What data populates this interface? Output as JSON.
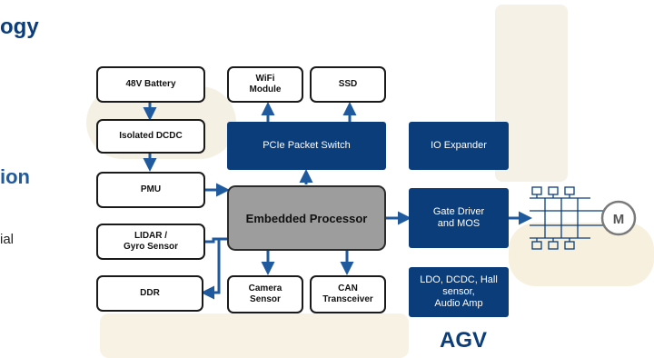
{
  "slide": {
    "left_fragments": [
      "ogy",
      "ion",
      "ial"
    ]
  },
  "blocks": {
    "battery": "48V Battery",
    "isolated_dcdc": "Isolated DCDC",
    "pmu": "PMU",
    "lidar": "LIDAR /\nGyro Sensor",
    "ddr": "DDR",
    "wifi": "WiFi\nModule",
    "ssd": "SSD",
    "pcie_switch": "PCIe Packet Switch",
    "io_expander": "IO Expander",
    "processor": "Embedded Processor",
    "gate_driver": "Gate Driver\nand MOS",
    "camera": "Camera\nSensor",
    "can": "CAN\nTransceiver",
    "ldo": "LDO, DCDC, Hall\nsensor,\nAudio Amp",
    "motor": "M"
  },
  "title_label": "AGV",
  "colors": {
    "block_blue": "#0b3d7a",
    "processor_gray": "#9d9d9d",
    "arrow_blue": "#1f5a9f",
    "title_blue": "#0b3d7a"
  }
}
